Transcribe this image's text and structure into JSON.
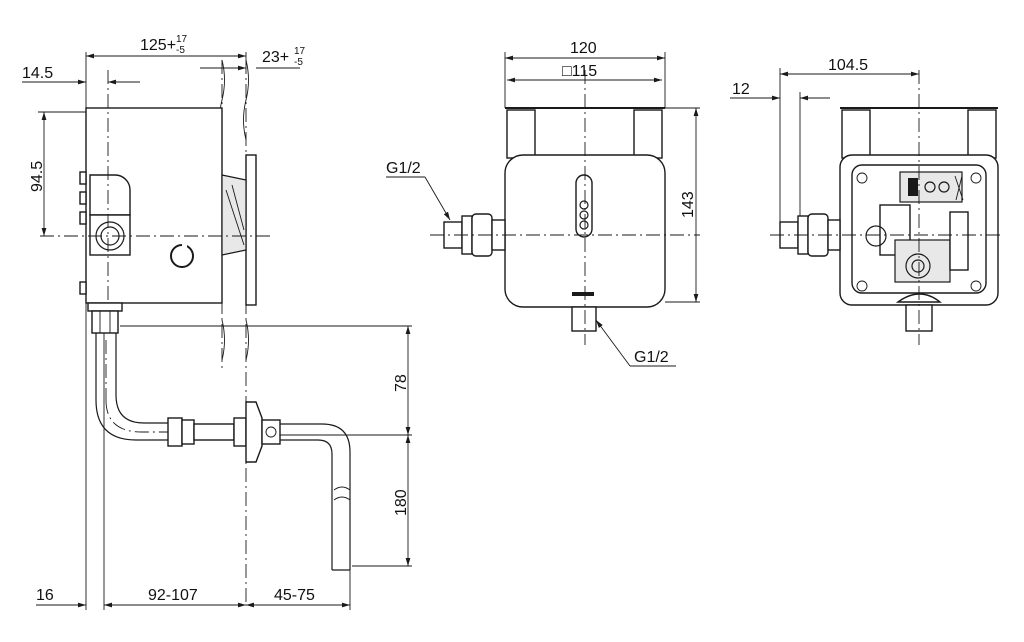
{
  "side_view": {
    "dim_top_width": "125+",
    "dim_top_width_tol_upper": "17",
    "dim_top_width_tol_lower": "-5",
    "dim_top_wall": "23+",
    "dim_top_wall_tol_upper": "17",
    "dim_top_wall_tol_lower": "-5",
    "dim_left_offset": "14.5",
    "dim_height": "94.5",
    "dim_pipe_78": "78",
    "dim_pipe_180": "180",
    "dim_bottom_16": "16",
    "dim_bottom_92_107": "92-107",
    "dim_bottom_45_75": "45-75"
  },
  "front_view": {
    "dim_width": "120",
    "dim_square": "□115",
    "dim_height": "143",
    "thread_inlet": "G1/2",
    "thread_outlet": "G1/2"
  },
  "rear_view": {
    "dim_width": "104.5",
    "dim_offset": "12"
  }
}
